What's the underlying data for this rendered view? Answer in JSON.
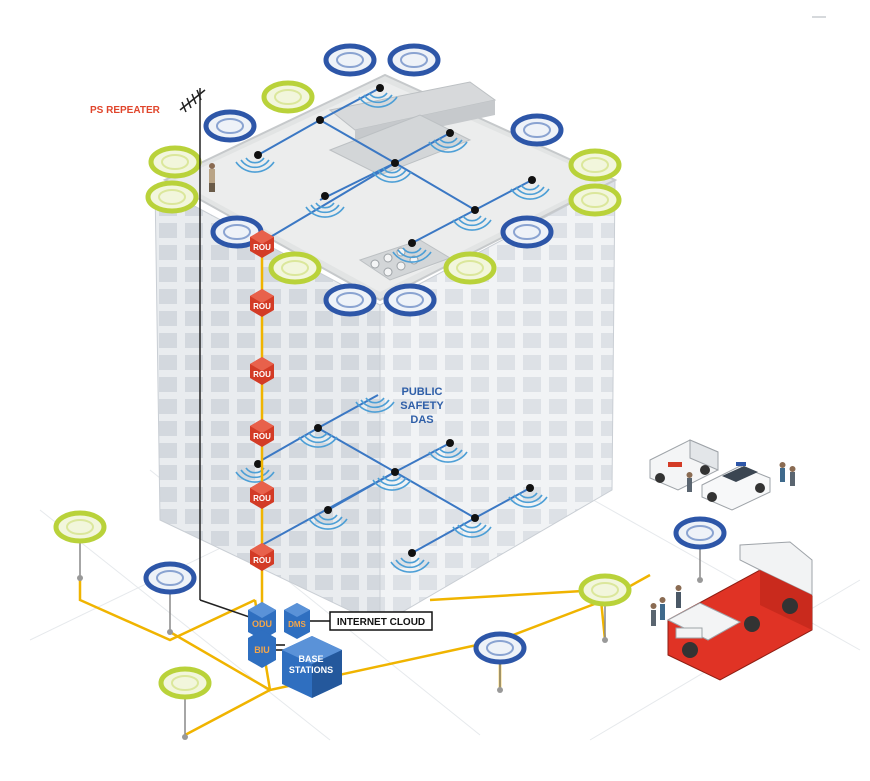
{
  "diagram": {
    "labels": {
      "ps_repeater": "PS REPEATER",
      "public_safety_das": [
        "PUBLIC",
        "SAFETY",
        "DAS"
      ],
      "internet_cloud": "INTERNET CLOUD",
      "base_stations": [
        "BASE",
        "STATIONS"
      ],
      "odu": "ODU",
      "dms": "DMS",
      "biu": "BIU",
      "rou_units": [
        "ROU",
        "ROU",
        "ROU",
        "ROU",
        "ROU",
        "ROU"
      ]
    },
    "colors": {
      "repeater_label": "#e0452b",
      "das_label": "#2f5fa8",
      "rou_red": "#d33b26",
      "head_end_blue": "#2f6fc0",
      "fiber_yellow": "#f0b400",
      "network_blue": "#3b78c4",
      "coverage_green": "#b9d23a",
      "coverage_blue": "#2d56a8"
    },
    "icons": [
      "antenna-icon",
      "person-icon",
      "ambulance-icon",
      "police-car-icon",
      "fire-truck-icon",
      "wifi-signal-icon"
    ]
  }
}
